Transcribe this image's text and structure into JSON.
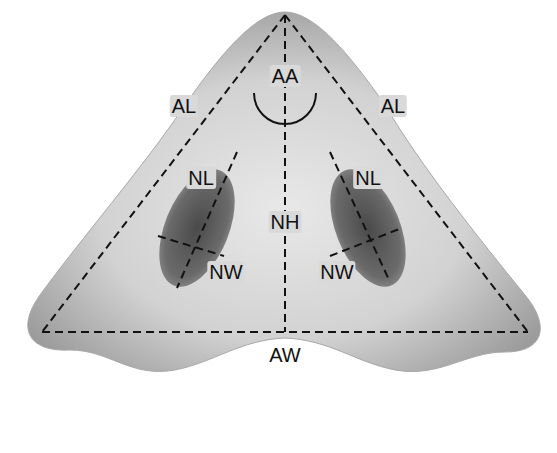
{
  "diagram": {
    "labels": [
      "AA",
      "AL",
      "AL",
      "NL",
      "NL",
      "NH",
      "NW",
      "NW",
      "AW"
    ]
  }
}
